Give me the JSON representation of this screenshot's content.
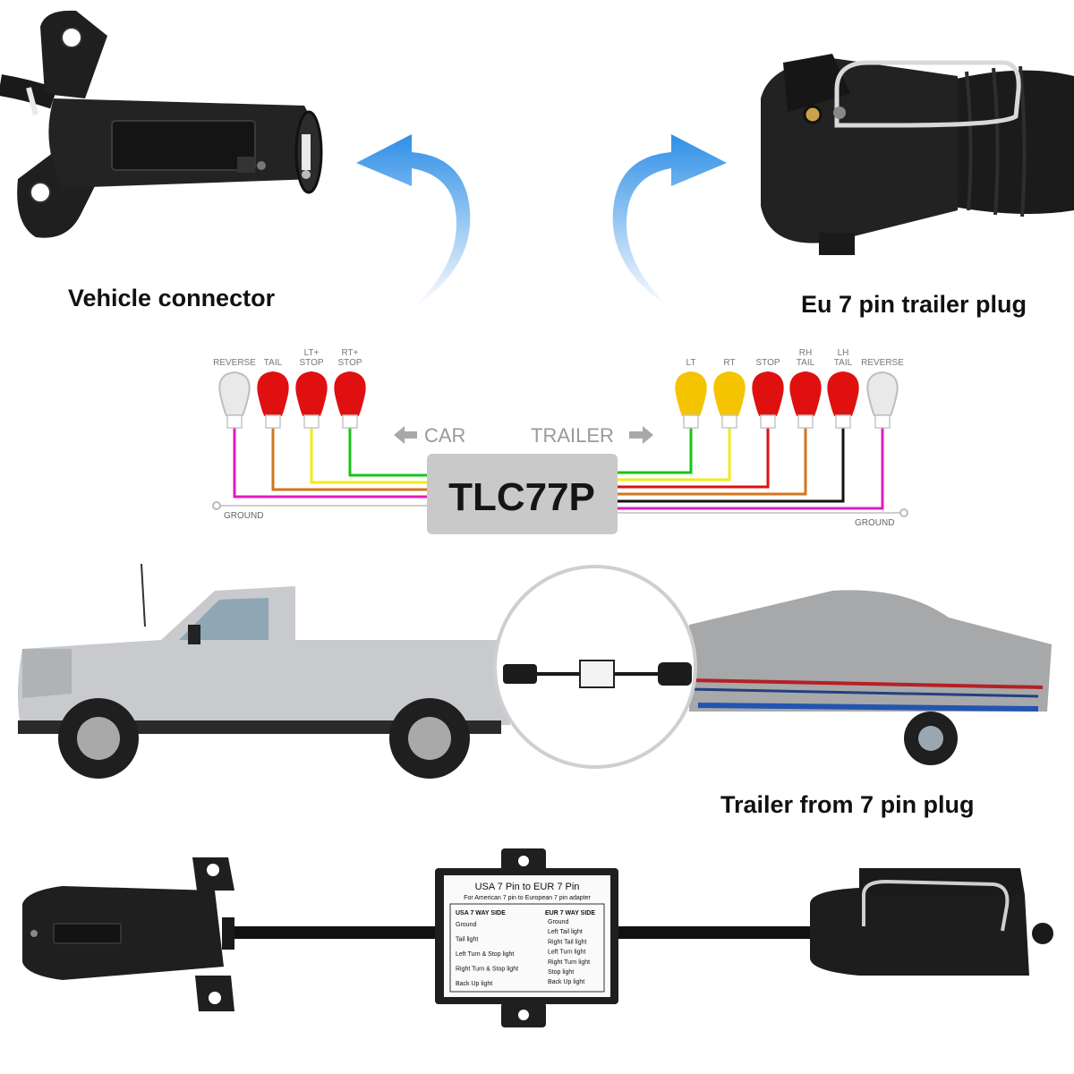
{
  "captions": {
    "vehicle_connector": "Vehicle connector",
    "eu_plug": "Eu 7 pin trailer plug",
    "trailer_from": "Trailer from 7 pin plug"
  },
  "wiring": {
    "module_label": "TLC77P",
    "car_label": "CAR",
    "trailer_label": "TRAILER",
    "ground_left": "GROUND",
    "ground_right": "GROUND",
    "car_lights": [
      {
        "label": "REVERSE",
        "color": "#ffffff",
        "wire": "#e01bbf"
      },
      {
        "label": "TAIL",
        "color": "#e01010",
        "wire": "#d2751d"
      },
      {
        "label": "LT+\nSTOP",
        "color": "#e01010",
        "wire": "#f2ea1a"
      },
      {
        "label": "RT+\nSTOP",
        "color": "#e01010",
        "wire": "#17c417"
      }
    ],
    "trailer_lights": [
      {
        "label": "LT",
        "color": "#f4c400",
        "wire": "#17c417"
      },
      {
        "label": "RT",
        "color": "#f4c400",
        "wire": "#f2ea1a"
      },
      {
        "label": "STOP",
        "color": "#e01010",
        "wire": "#e01010"
      },
      {
        "label": "RH\nTAIL",
        "color": "#e01010",
        "wire": "#d2751d"
      },
      {
        "label": "LH\nTAIL",
        "color": "#e01010",
        "wire": "#111111"
      },
      {
        "label": "REVERSE",
        "color": "#ffffff",
        "wire": "#e01bbf"
      }
    ]
  },
  "adapter_box": {
    "title": "USA 7 Pin to EUR 7 Pin",
    "subtitle": "For American 7 pin to European 7 pin adapter",
    "usa_header": "USA 7 WAY SIDE",
    "eur_header": "EUR 7 WAY SIDE",
    "usa_items": [
      "Ground",
      "Tail light",
      "Left Turn & Stop light",
      "Right Turn & Stop light",
      "Back Up light"
    ],
    "eur_items": [
      "Ground",
      "Left Tail light",
      "Right Tail light",
      "Left Turn light",
      "Right Turn light",
      "Stop light",
      "Back Up light"
    ]
  },
  "colors": {
    "arrow_blue": "#2f8fe6",
    "module_gray": "#c9c9c9",
    "truck_silver": "#c8cacd",
    "boat_cover": "#a7a8aa",
    "connector_black": "#1c1c1c"
  }
}
